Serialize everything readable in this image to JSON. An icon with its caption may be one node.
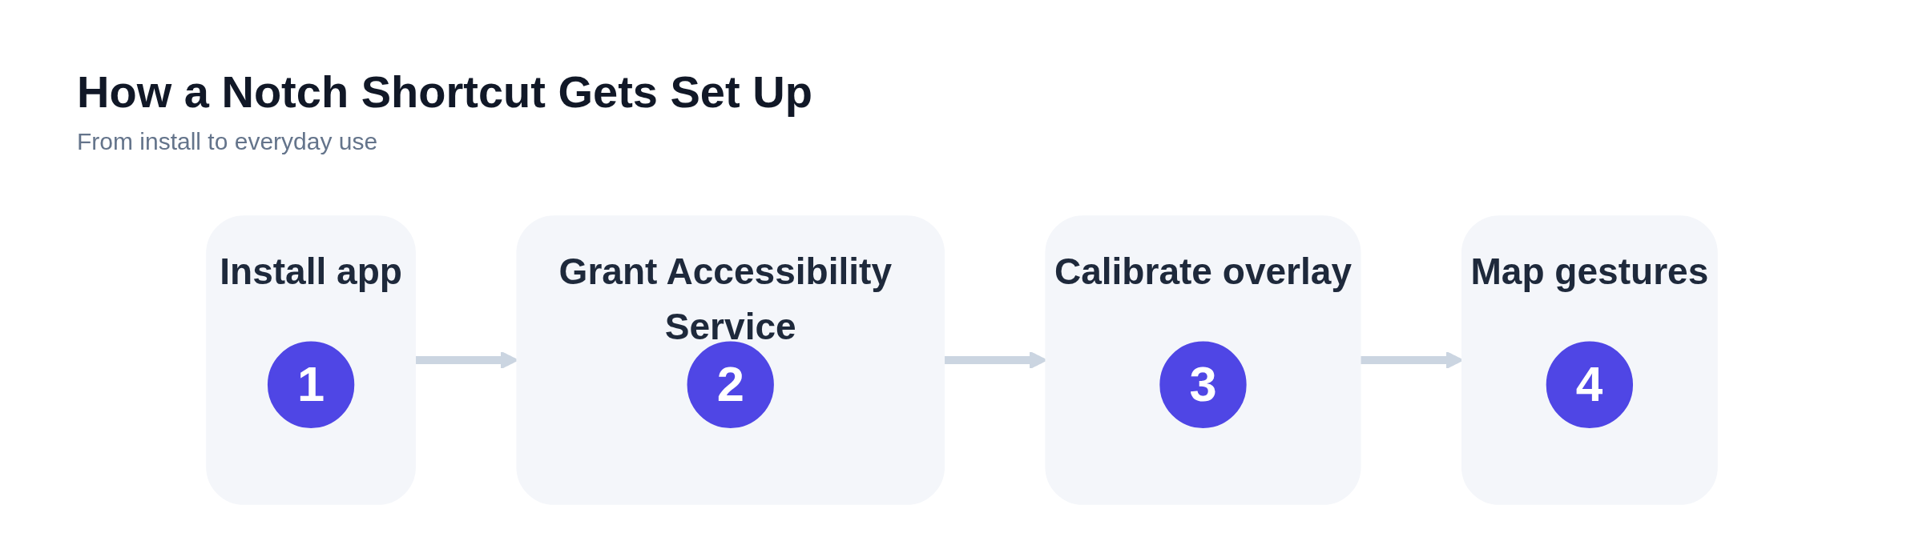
{
  "diagram": {
    "title": "How a Notch Shortcut Gets Set Up",
    "nodes": [
      {
        "text": [
          "Install app"
        ]
      },
      {
        "text": [
          "1"
        ],
        "in": 0
      },
      {
        "text": [
          "Grant Accessibility Service"
        ]
      },
      {
        "text": [
          "2"
        ],
        "in": 2
      },
      {
        "text": [
          "Calibrate overlay"
        ]
      },
      {
        "text": [
          "3"
        ],
        "in": 4
      },
      {
        "text": [
          "Map gestures"
        ]
      },
      {
        "text": [
          "4"
        ],
        "in": 6
      }
    ],
    "edges": [
      {
        "from": 0,
        "to": 2,
        "arrow": "to"
      },
      {
        "from": 2,
        "to": 4,
        "arrow": "to"
      },
      {
        "from": 4,
        "to": 6,
        "arrow": "to"
      }
    ],
    "labels": [
      "From install to everyday use"
    ]
  }
}
